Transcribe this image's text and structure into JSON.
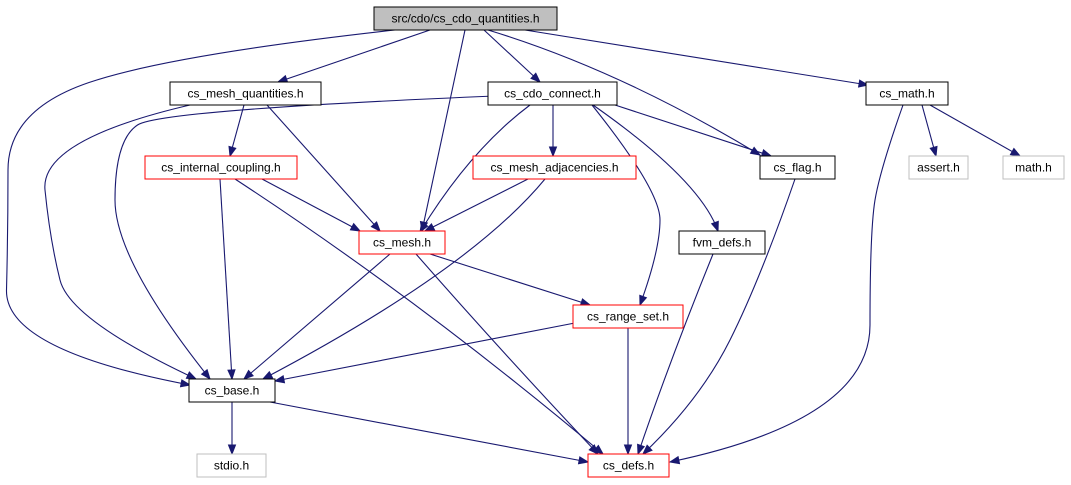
{
  "graph": {
    "root": "src/cdo/cs_cdo_quantities.h",
    "colors": {
      "edge": "#191970",
      "root_fill": "#bfbfbf",
      "node_fill": "#ffffff",
      "border_documented": "#000000",
      "border_truncated": "#ff0000",
      "border_external": "#bfbfbf"
    },
    "nodes": [
      {
        "id": "root",
        "label": "src/cdo/cs_cdo_quantities.h",
        "kind": "root"
      },
      {
        "id": "mesh_quantities",
        "label": "cs_mesh_quantities.h",
        "kind": "documented"
      },
      {
        "id": "cdo_connect",
        "label": "cs_cdo_connect.h",
        "kind": "documented"
      },
      {
        "id": "math",
        "label": "cs_math.h",
        "kind": "documented"
      },
      {
        "id": "internal_coupling",
        "label": "cs_internal_coupling.h",
        "kind": "truncated"
      },
      {
        "id": "mesh_adjacencies",
        "label": "cs_mesh_adjacencies.h",
        "kind": "truncated"
      },
      {
        "id": "flag",
        "label": "cs_flag.h",
        "kind": "documented"
      },
      {
        "id": "assert",
        "label": "assert.h",
        "kind": "external"
      },
      {
        "id": "math_sys",
        "label": "math.h",
        "kind": "external"
      },
      {
        "id": "mesh",
        "label": "cs_mesh.h",
        "kind": "truncated"
      },
      {
        "id": "fvm_defs",
        "label": "fvm_defs.h",
        "kind": "documented"
      },
      {
        "id": "range_set",
        "label": "cs_range_set.h",
        "kind": "truncated"
      },
      {
        "id": "base",
        "label": "cs_base.h",
        "kind": "documented"
      },
      {
        "id": "stdio",
        "label": "stdio.h",
        "kind": "external"
      },
      {
        "id": "defs",
        "label": "cs_defs.h",
        "kind": "truncated"
      }
    ],
    "edges": [
      {
        "from": "root",
        "to": "mesh_quantities"
      },
      {
        "from": "root",
        "to": "cdo_connect"
      },
      {
        "from": "root",
        "to": "math"
      },
      {
        "from": "root",
        "to": "flag"
      },
      {
        "from": "root",
        "to": "mesh"
      },
      {
        "from": "root",
        "to": "base"
      },
      {
        "from": "mesh_quantities",
        "to": "internal_coupling"
      },
      {
        "from": "mesh_quantities",
        "to": "mesh"
      },
      {
        "from": "mesh_quantities",
        "to": "base"
      },
      {
        "from": "cdo_connect",
        "to": "mesh_adjacencies"
      },
      {
        "from": "cdo_connect",
        "to": "mesh"
      },
      {
        "from": "cdo_connect",
        "to": "flag"
      },
      {
        "from": "cdo_connect",
        "to": "fvm_defs"
      },
      {
        "from": "cdo_connect",
        "to": "range_set"
      },
      {
        "from": "cdo_connect",
        "to": "base"
      },
      {
        "from": "math",
        "to": "assert"
      },
      {
        "from": "math",
        "to": "math_sys"
      },
      {
        "from": "math",
        "to": "defs"
      },
      {
        "from": "internal_coupling",
        "to": "mesh"
      },
      {
        "from": "internal_coupling",
        "to": "base"
      },
      {
        "from": "internal_coupling",
        "to": "defs"
      },
      {
        "from": "mesh_adjacencies",
        "to": "mesh"
      },
      {
        "from": "mesh_adjacencies",
        "to": "base"
      },
      {
        "from": "flag",
        "to": "defs"
      },
      {
        "from": "mesh",
        "to": "range_set"
      },
      {
        "from": "mesh",
        "to": "base"
      },
      {
        "from": "mesh",
        "to": "defs"
      },
      {
        "from": "fvm_defs",
        "to": "defs"
      },
      {
        "from": "range_set",
        "to": "base"
      },
      {
        "from": "range_set",
        "to": "defs"
      },
      {
        "from": "base",
        "to": "stdio"
      },
      {
        "from": "base",
        "to": "defs"
      }
    ]
  }
}
